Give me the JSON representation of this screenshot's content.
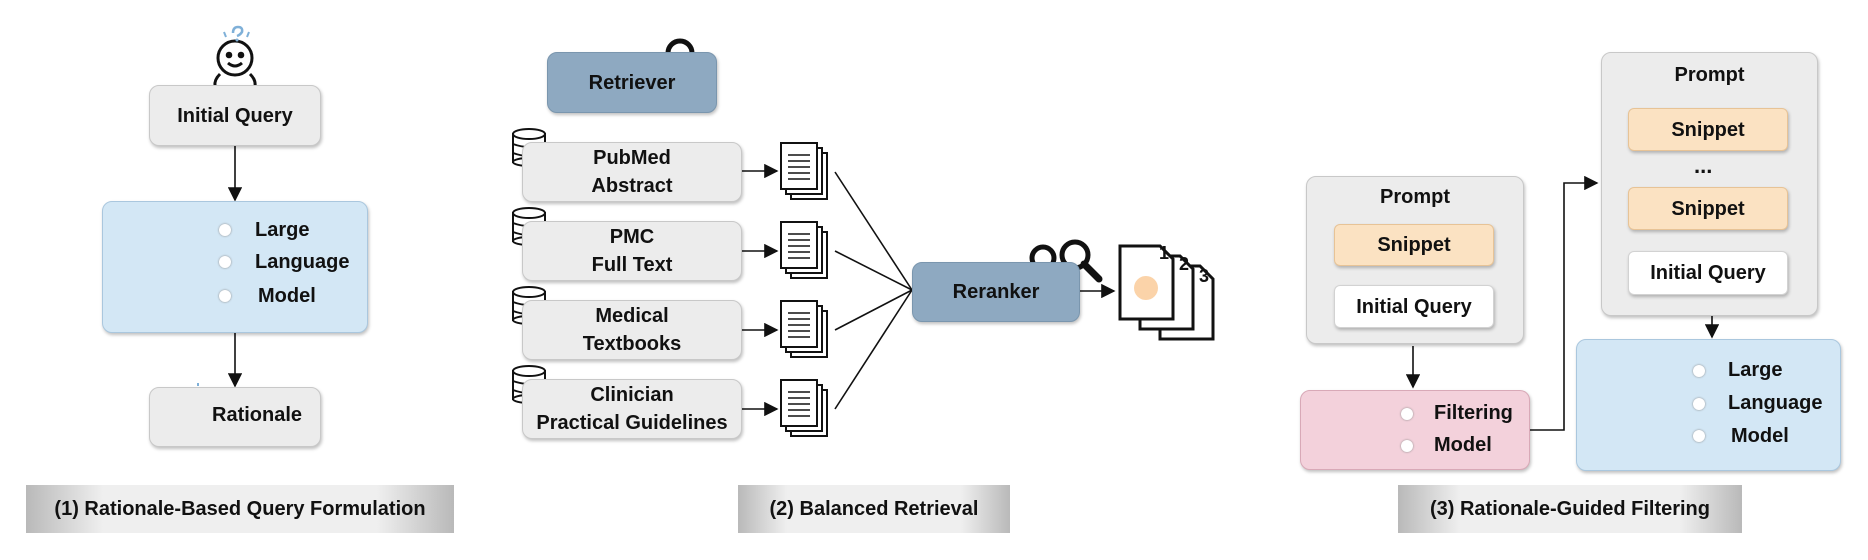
{
  "panel1": {
    "initial_query": "Initial Query",
    "llm": [
      "Large",
      "Language",
      "Model"
    ],
    "rationale": "Rationale",
    "caption": "(1) Rationale-Based Query Formulation"
  },
  "panel2": {
    "retriever": "Retriever",
    "sources": [
      {
        "line1": "PubMed",
        "line2": "Abstract"
      },
      {
        "line1": "PMC",
        "line2": "Full Text"
      },
      {
        "line1": "Medical",
        "line2": "Textbooks"
      },
      {
        "line1": "Clinician",
        "line2": "Practical Guidelines"
      }
    ],
    "reranker": "Reranker",
    "ranks": [
      "1",
      "2",
      "3"
    ],
    "caption": "(2) Balanced Retrieval"
  },
  "panel3": {
    "prompt_left": {
      "title": "Prompt",
      "snippet": "Snippet",
      "query": "Initial Query"
    },
    "filter": [
      "Filtering",
      "Model"
    ],
    "prompt_right": {
      "title": "Prompt",
      "snippet_a": "Snippet",
      "ellipsis": "...",
      "snippet_b": "Snippet",
      "query": "Initial Query"
    },
    "llm": [
      "Large",
      "Language",
      "Model"
    ],
    "caption": "(3) Rationale-Guided Filtering"
  },
  "colors": {
    "gray_box": "#ececec",
    "llm_blue": "#d3e7f5",
    "steel_blue": "#8ea9c1",
    "filter_pink": "#f3d1db",
    "snippet_peach": "#fbe2c2",
    "bulb_blue": "#7fb0d8"
  }
}
